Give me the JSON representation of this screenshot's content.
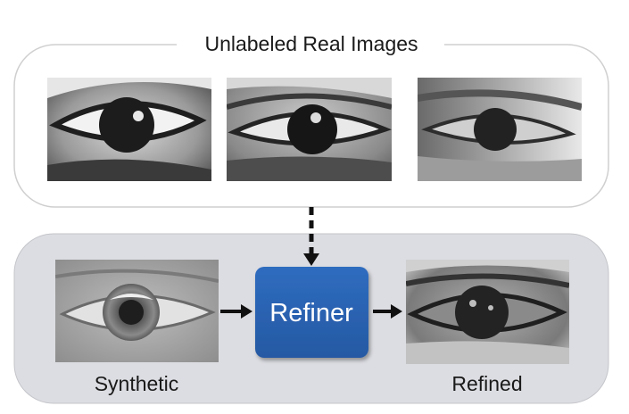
{
  "real_images": {
    "title": "Unlabeled Real Images",
    "images": [
      {
        "name": "real-eye-1"
      },
      {
        "name": "real-eye-2"
      },
      {
        "name": "real-eye-3"
      }
    ]
  },
  "pipeline": {
    "synthetic_label": "Synthetic",
    "refiner_label": "Refiner",
    "refined_label": "Refined"
  },
  "colors": {
    "refiner_fill": "#2a63b2",
    "bottom_panel": "#dcdde2",
    "top_panel_border": "#cfcfcf"
  }
}
